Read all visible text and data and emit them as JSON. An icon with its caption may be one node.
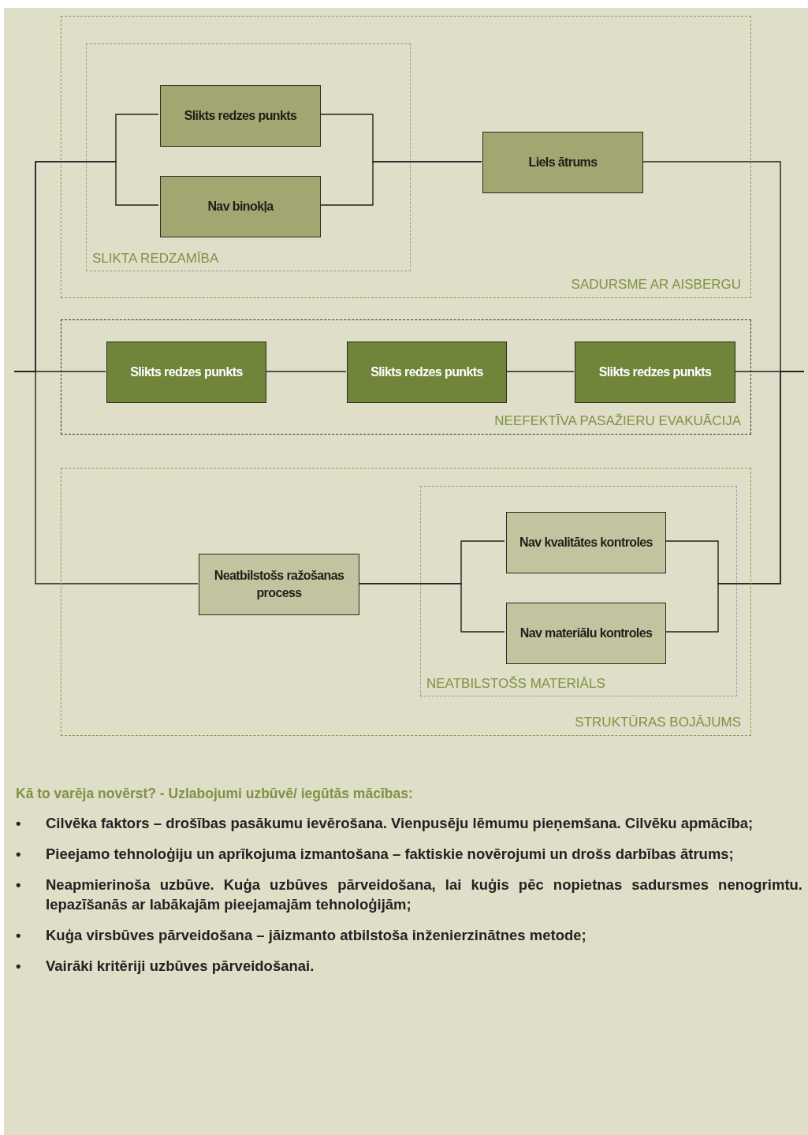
{
  "diagram": {
    "title": "Kā to varēja novērst? - Uzlabojumi uzbūvē/ iegūtās mācības:",
    "nodes": [
      {
        "text": [
          "SADURSME AR AISBERGU"
        ]
      },
      {
        "text": [
          "SLIKTA REDZAMĪBA"
        ],
        "in": 0
      },
      {
        "text": [
          "Slikts redzes punkts"
        ],
        "in": 1
      },
      {
        "text": [
          "Nav binokļa"
        ],
        "in": 1
      },
      {
        "text": [
          "Liels ātrums"
        ],
        "in": 0
      },
      {
        "text": [
          "NEEFEKTĪVA PASAŽIERU EVAKUĀCIJA"
        ]
      },
      {
        "text": [
          "Slikts redzes punkts"
        ],
        "in": 5
      },
      {
        "text": [
          "Slikts redzes punkts"
        ],
        "in": 5
      },
      {
        "text": [
          "Slikts redzes punkts"
        ],
        "in": 5
      },
      {
        "text": [
          "STRUKTŪRAS BOJĀJUMS"
        ]
      },
      {
        "text": [
          "Neatbilstošs ražošanas process"
        ],
        "in": 9
      },
      {
        "text": [
          "NEATBILSTOŠS MATERIĀLS"
        ],
        "in": 9
      },
      {
        "text": [
          "Nav kvalitātes kontroles"
        ],
        "in": 11
      },
      {
        "text": [
          "Nav materiālu kontroles"
        ],
        "in": 11
      }
    ],
    "edges": [
      {
        "from": null,
        "to": 2,
        "arrow": "none"
      },
      {
        "from": null,
        "to": 3,
        "arrow": "none"
      },
      {
        "from": null,
        "to": 6,
        "arrow": "none"
      },
      {
        "from": null,
        "to": 10,
        "arrow": "none"
      },
      {
        "from": 2,
        "to": 4,
        "arrow": "none"
      },
      {
        "from": 3,
        "to": 4,
        "arrow": "none"
      },
      {
        "from": 6,
        "to": 7,
        "arrow": "none"
      },
      {
        "from": 7,
        "to": 8,
        "arrow": "none"
      },
      {
        "from": 10,
        "to": 12,
        "arrow": "none"
      },
      {
        "from": 10,
        "to": 13,
        "arrow": "none"
      },
      {
        "from": 4,
        "to": null,
        "arrow": "none"
      },
      {
        "from": 8,
        "to": null,
        "arrow": "none"
      },
      {
        "from": 12,
        "to": null,
        "arrow": "none"
      },
      {
        "from": 13,
        "to": null,
        "arrow": "none"
      }
    ],
    "labels": [
      "•",
      "Cilvēka faktors – drošības pasākumu ievērošana. Vienpusēju lēmumu pieņemšana. Cilvēku apmācība;",
      "•",
      "Pieejamo tehnoloģiju un aprīkojuma izmantošana – faktiskie novērojumi un drošs darbības ātrums;",
      "•",
      "Neapmierinoša uzbūve. Kuģa uzbūves pārveidošana, lai kuģis pēc nopietnas sadursmes nenogrimtu. Iepazīšanās ar labākajām pieejamajām tehnoloģijām;",
      "•",
      "Kuģa virsbūves pārveidošana – jāizmanto atbilstoša inženierzinātnes metode;",
      "•",
      "Vairāki kritēriji uzbūves pārveidošanai."
    ]
  }
}
